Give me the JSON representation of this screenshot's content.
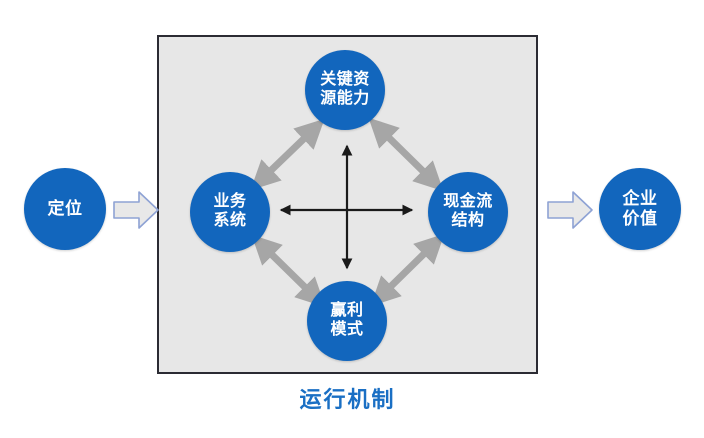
{
  "diagram": {
    "title_caption": "运行机制",
    "accent_color": "#1266bd",
    "panel_bg_color": "#e7e7e7",
    "panel_border_color": "#2b2b33",
    "caption_color": "#1a6fc4",
    "connector_gray": "#a6a6a6",
    "connector_black": "#1a1a1a",
    "block_arrow_fill": "#e8e8e8",
    "block_arrow_stroke": "#8ea2d4"
  },
  "nodes": {
    "positioning": {
      "label": "定位",
      "lines": [
        "定位"
      ]
    },
    "enterprise_value": {
      "label": "企业价值",
      "lines": [
        "企业",
        "价值"
      ]
    },
    "key_resource": {
      "label": "关键资源能力",
      "lines": [
        "关键资",
        "源能力"
      ]
    },
    "business_system": {
      "label": "业务系统",
      "lines": [
        "业务",
        "系统"
      ]
    },
    "cash_flow": {
      "label": "现金流结构",
      "lines": [
        "现金流",
        "结构"
      ]
    },
    "profit_model": {
      "label": "赢利模式",
      "lines": [
        "赢利",
        "模式"
      ]
    }
  },
  "flow_arrows": {
    "inbound": "定位 → 运行机制",
    "outbound": "运行机制 → 企业价值"
  },
  "connectors": [
    {
      "from": "business_system",
      "to": "key_resource",
      "style": "gray-double"
    },
    {
      "from": "key_resource",
      "to": "cash_flow",
      "style": "gray-double"
    },
    {
      "from": "business_system",
      "to": "profit_model",
      "style": "gray-double"
    },
    {
      "from": "profit_model",
      "to": "cash_flow",
      "style": "gray-double"
    },
    {
      "from": "key_resource",
      "to": "profit_model",
      "style": "black-double"
    },
    {
      "from": "business_system",
      "to": "cash_flow",
      "style": "black-double"
    }
  ]
}
